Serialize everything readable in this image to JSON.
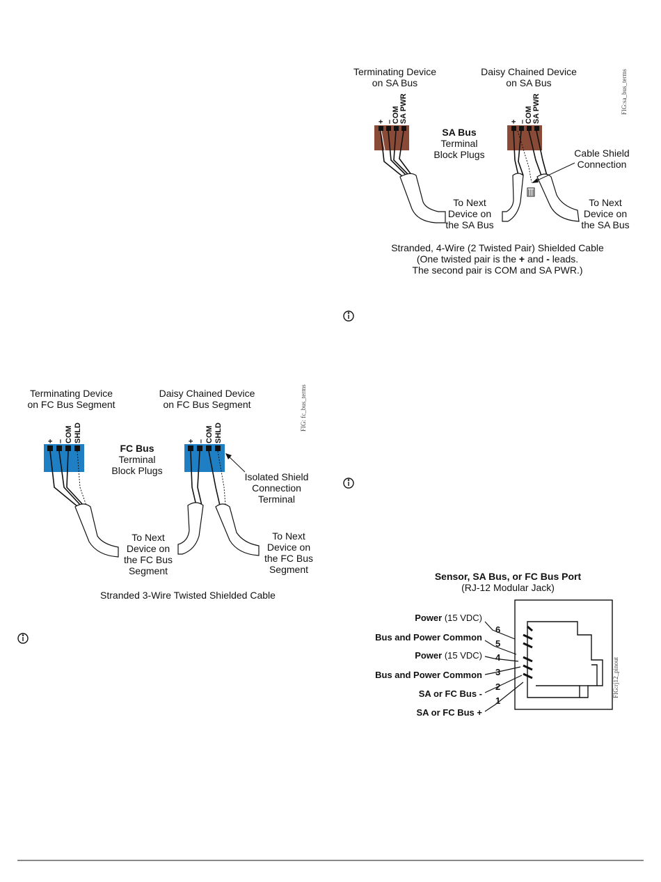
{
  "sa_bus_figure": {
    "terminating_label_1": "Terminating Device",
    "terminating_label_2": "on SA Bus",
    "daisy_label_1": "Daisy Chained Device",
    "daisy_label_2": "on SA Bus",
    "terminals": [
      "+",
      "–",
      "COM",
      "SA PWR"
    ],
    "center_title": "SA Bus",
    "center_line2": "Terminal",
    "center_line3": "Block Plugs",
    "shield_label_1": "Cable Shield",
    "shield_label_2": "Connection",
    "next_left": [
      "To Next",
      "Device on",
      "the SA Bus"
    ],
    "next_right": [
      "To Next",
      "Device on",
      "the SA Bus"
    ],
    "caption_1": "Stranded, 4-Wire (2 Twisted Pair) Shielded Cable",
    "caption_2a": "(One twisted pair is the ",
    "caption_2b": "+",
    "caption_2c": " and ",
    "caption_2d": "-",
    "caption_2e": " leads.",
    "caption_3": "The second pair is COM and SA PWR.)",
    "fig_id": "FIG:sa_bus_terms"
  },
  "fc_bus_figure": {
    "terminating_label_1": "Terminating Device",
    "terminating_label_2": "on FC Bus Segment",
    "daisy_label_1": "Daisy Chained Device",
    "daisy_label_2": "on FC Bus Segment",
    "terminals": [
      "+",
      "–",
      "COM",
      "SHLD"
    ],
    "center_title": "FC Bus",
    "center_line2": "Terminal",
    "center_line3": "Block Plugs",
    "shield_label_1": "Isolated Shield",
    "shield_label_2": "Connection",
    "shield_label_3": "Terminal",
    "next_left": [
      "To Next",
      "Device on",
      "the FC Bus",
      "Segment"
    ],
    "next_right": [
      "To Next",
      "Device on",
      "the FC Bus",
      "Segment"
    ],
    "caption": "Stranded 3-Wire Twisted Shielded Cable",
    "fig_id": "FIG: fc_bus_terms"
  },
  "rj12_figure": {
    "title": "Sensor, SA Bus, or FC Bus Port",
    "subtitle": "(RJ-12 Modular Jack)",
    "pins": [
      {
        "num": "6",
        "name": "Power",
        "extra": " (15 VDC)"
      },
      {
        "num": "5",
        "name": "Bus and Power Common",
        "extra": ""
      },
      {
        "num": "4",
        "name": "Power",
        "extra": " (15 VDC)"
      },
      {
        "num": "3",
        "name": "Bus and Power Common",
        "extra": ""
      },
      {
        "num": "2",
        "name": "SA or FC Bus -",
        "extra": ""
      },
      {
        "num": "1",
        "name": "SA or FC Bus +",
        "extra": ""
      }
    ],
    "fig_id": "FIG:rj12_pinout"
  },
  "colors": {
    "sa_block": "#8a4a38",
    "fc_block": "#1e7fc4",
    "line": "#111111"
  },
  "icons": [
    "info-icon",
    "info-icon",
    "info-icon"
  ]
}
